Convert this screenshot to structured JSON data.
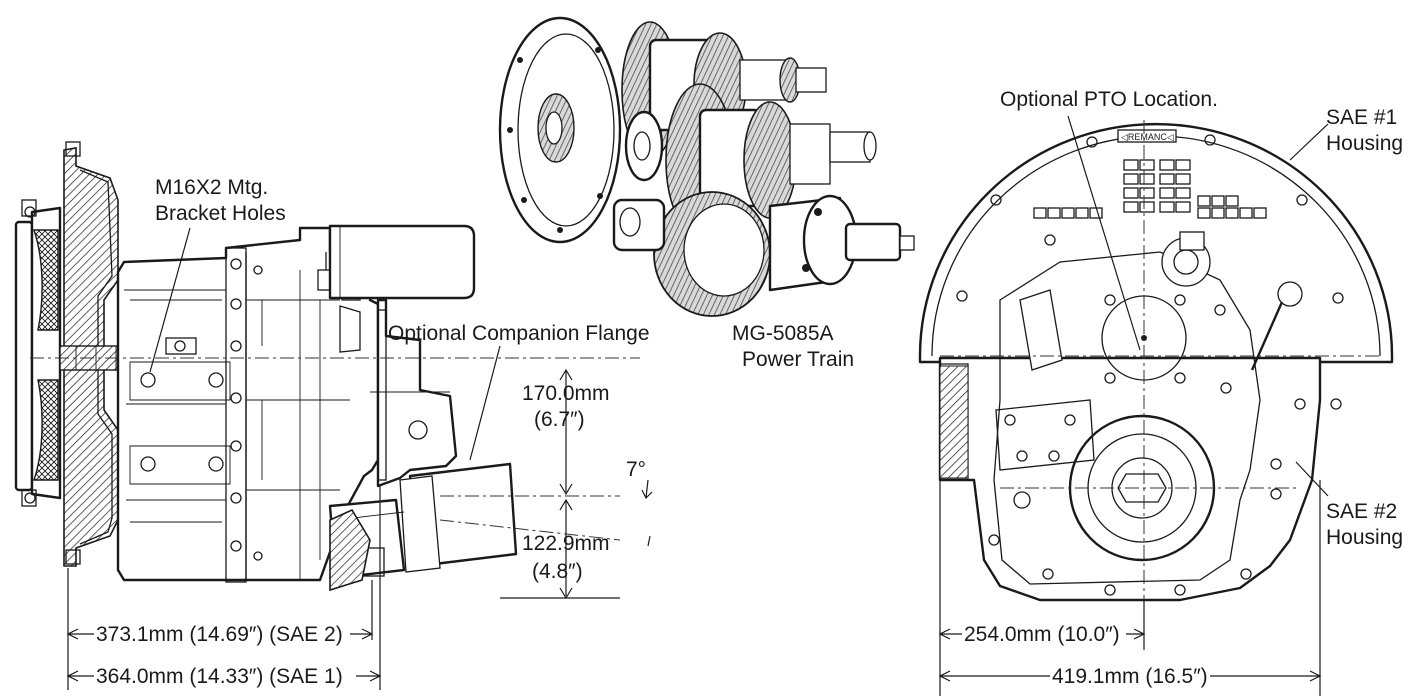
{
  "labels": {
    "mtg_holes_line1": "M16X2 Mtg.",
    "mtg_holes_line2": "Bracket Holes",
    "companion_flange": "Optional Companion Flange",
    "dim_170": "170.0mm",
    "dim_170_in": "(6.7″)",
    "angle": "7°",
    "dim_122": "122.9mm",
    "dim_122_in": "(4.8″)",
    "dim_373": "373.1mm (14.69″) (SAE 2)",
    "dim_364": "364.0mm (14.33″) (SAE 1)",
    "power_train_line1": "MG-5085A",
    "power_train_line2": "Power Train",
    "pto_location": "Optional PTO Location.",
    "sae1_line1": "SAE #1",
    "sae1_line2": "Housing",
    "sae2_line1": "SAE #2",
    "sae2_line2": "Housing",
    "dim_254": "254.0mm (10.0″)",
    "dim_419": "419.1mm (16.5″)",
    "nameplate": "◁REMANC◁"
  },
  "colors": {
    "ink": "#1a1a1a",
    "paper": "#ffffff",
    "gear": "#7a7a7a"
  }
}
